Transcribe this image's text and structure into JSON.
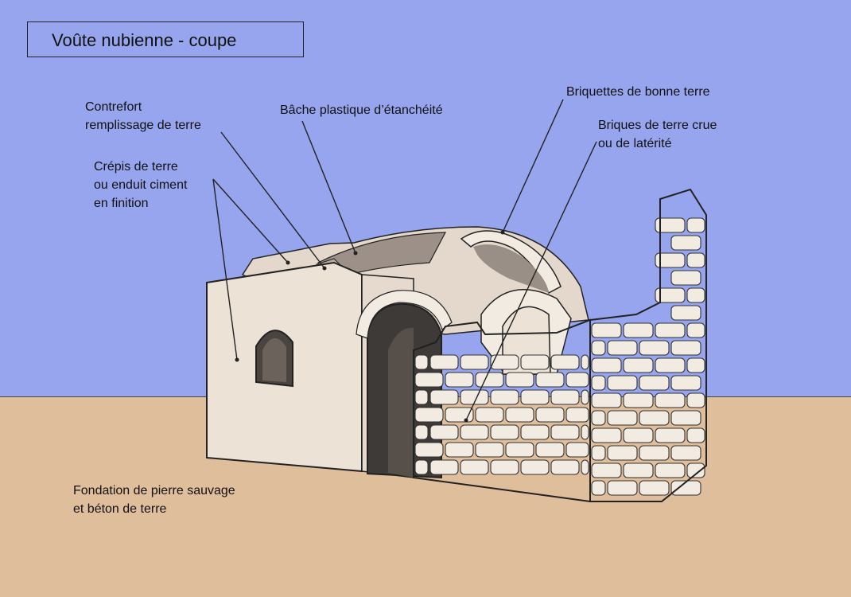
{
  "title": "Voûte nubienne - coupe",
  "labels": {
    "contrefort": [
      "Contrefort",
      "remplissage de terre"
    ],
    "bache": [
      "Bâche plastique d’étanchéité"
    ],
    "briquettes": [
      "Briquettes de bonne terre"
    ],
    "briques": [
      "Briques de terre crue",
      "ou de latérité"
    ],
    "crepis": [
      "Crépis de terre",
      "ou enduit ciment",
      "en finition"
    ],
    "fondation": [
      "Fondation de pierre sauvage",
      "et béton de terre"
    ]
  },
  "colors": {
    "sky": "#96a5ee",
    "ground": "#dfbe9c",
    "wall": "#ece2d6",
    "stone": "#f1ebe2",
    "outline": "#222222"
  }
}
